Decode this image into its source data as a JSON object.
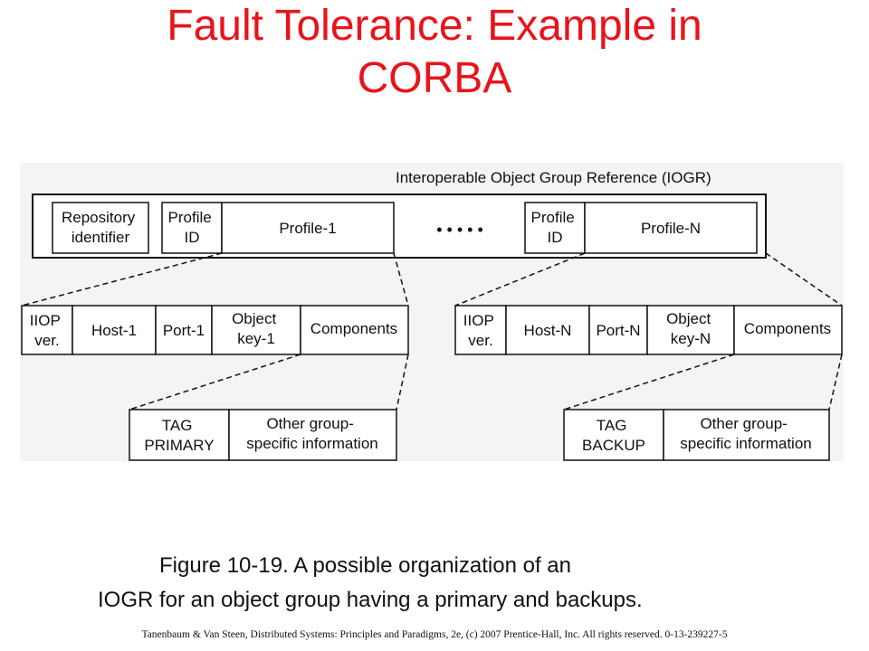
{
  "title": {
    "line1": "Fault Tolerance: Example in",
    "line2": "CORBA"
  },
  "diagram": {
    "iogr_label": "Interoperable Object Group Reference (IOGR)",
    "repo_id": [
      "Repository",
      "identifier"
    ],
    "profile_id": [
      "Profile",
      "ID"
    ],
    "profile_1": "Profile-1",
    "ellipsis": "• • • • •",
    "profile_n": "Profile-N",
    "left_profile": {
      "iiop": [
        "IIOP",
        "ver."
      ],
      "host": "Host-1",
      "port": "Port-1",
      "object_key": [
        "Object",
        "key-1"
      ],
      "components": "Components",
      "tag": [
        "TAG",
        "PRIMARY"
      ],
      "other": [
        "Other group-",
        "specific information"
      ]
    },
    "right_profile": {
      "iiop": [
        "IIOP",
        "ver."
      ],
      "host": "Host-N",
      "port": "Port-N",
      "object_key": [
        "Object",
        "key-N"
      ],
      "components": "Components",
      "tag": [
        "TAG",
        "BACKUP"
      ],
      "other": [
        "Other group-",
        "specific information"
      ]
    }
  },
  "caption": {
    "line1": "Figure 10-19. A possible organization of an",
    "line2": "IOGR for an object group having a primary and backups."
  },
  "credit": "Tanenbaum & Van Steen, Distributed Systems: Principles and Paradigms, 2e, (c) 2007 Prentice-Hall, Inc. All rights reserved. 0-13-239227-5"
}
